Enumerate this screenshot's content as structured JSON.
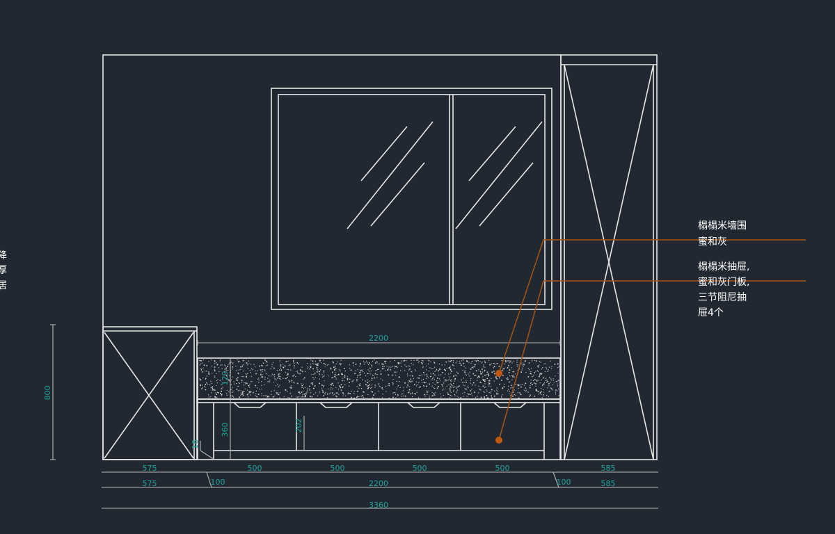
{
  "colors": {
    "background": "#222831",
    "line": "#e8e8e8",
    "dimension_text": "#1fa59a",
    "leader": "#a85514",
    "leader_dot": "#c2580f"
  },
  "left_cut_glyphs": [
    "降",
    "厚",
    "居",
    "·"
  ],
  "dimensions": {
    "top_span": "2200",
    "cabinet_height": "800",
    "seat_thickness": "120",
    "drawer_height": "360",
    "drawer_front": "202",
    "small_offset": "18",
    "row1": [
      "575",
      "500",
      "500",
      "500",
      "500",
      "585"
    ],
    "row2": [
      "575",
      "2200",
      "585"
    ],
    "gap_left": "100",
    "gap_right": "100",
    "total": "3360"
  },
  "annotations": [
    {
      "lines": [
        "榻榻米墙围",
        "蜜和灰"
      ]
    },
    {
      "lines": [
        "榻榻米抽屉,",
        "蜜和灰门板,",
        "三节阻尼抽",
        "屉4个"
      ]
    }
  ]
}
